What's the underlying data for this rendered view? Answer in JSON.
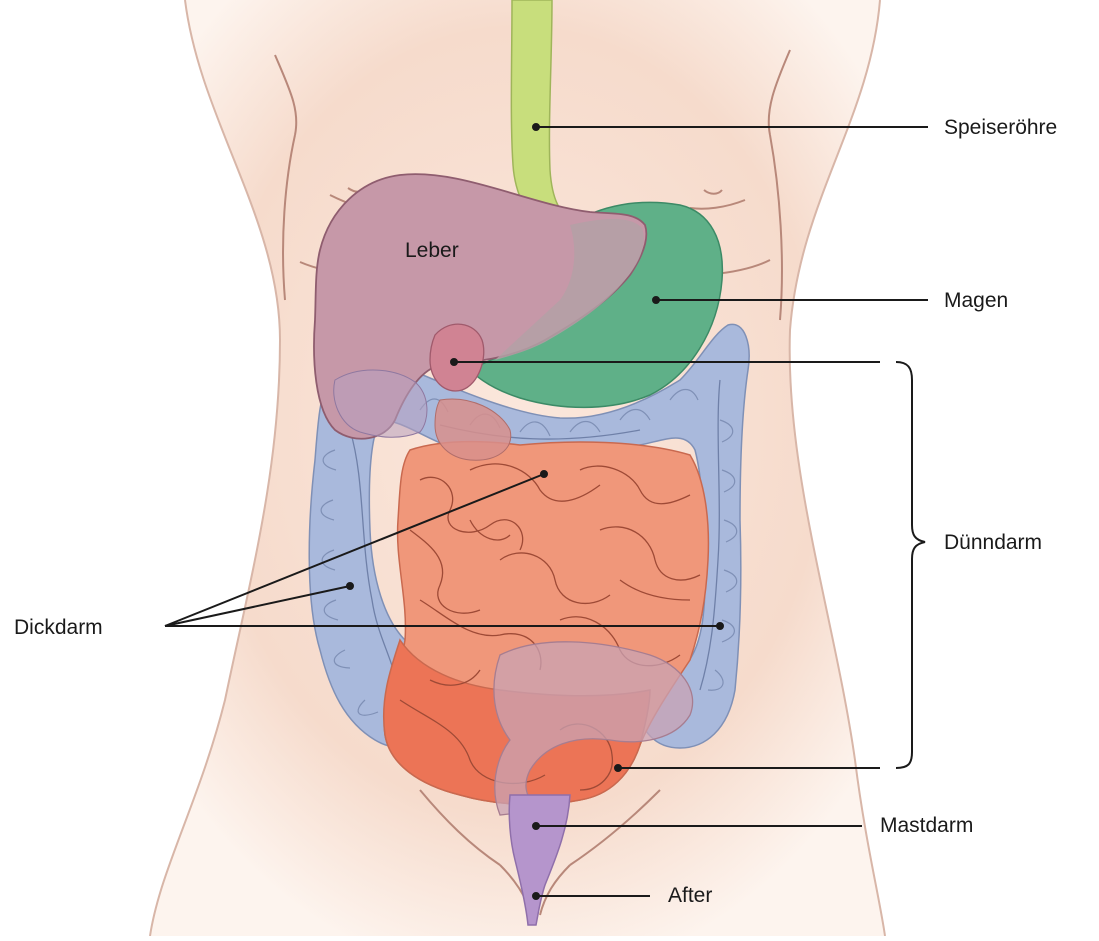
{
  "labels": {
    "speiseroehre": "Speiseröhre",
    "leber": "Leber",
    "magen": "Magen",
    "duenndarm": "Dünndarm",
    "dickdarm": "Dickdarm",
    "mastdarm": "Mastdarm",
    "after": "After"
  },
  "colors": {
    "skin": "#f7ddd0",
    "skin_edge": "#c9a090",
    "esophagus": "#c8de7c",
    "liver": "#c698a8",
    "stomach": "#5fb088",
    "small_intestine": "#f0977a",
    "large_intestine": "#a9b9dc",
    "rectum": "#b595cc",
    "leader_line": "#1a1a1a"
  }
}
